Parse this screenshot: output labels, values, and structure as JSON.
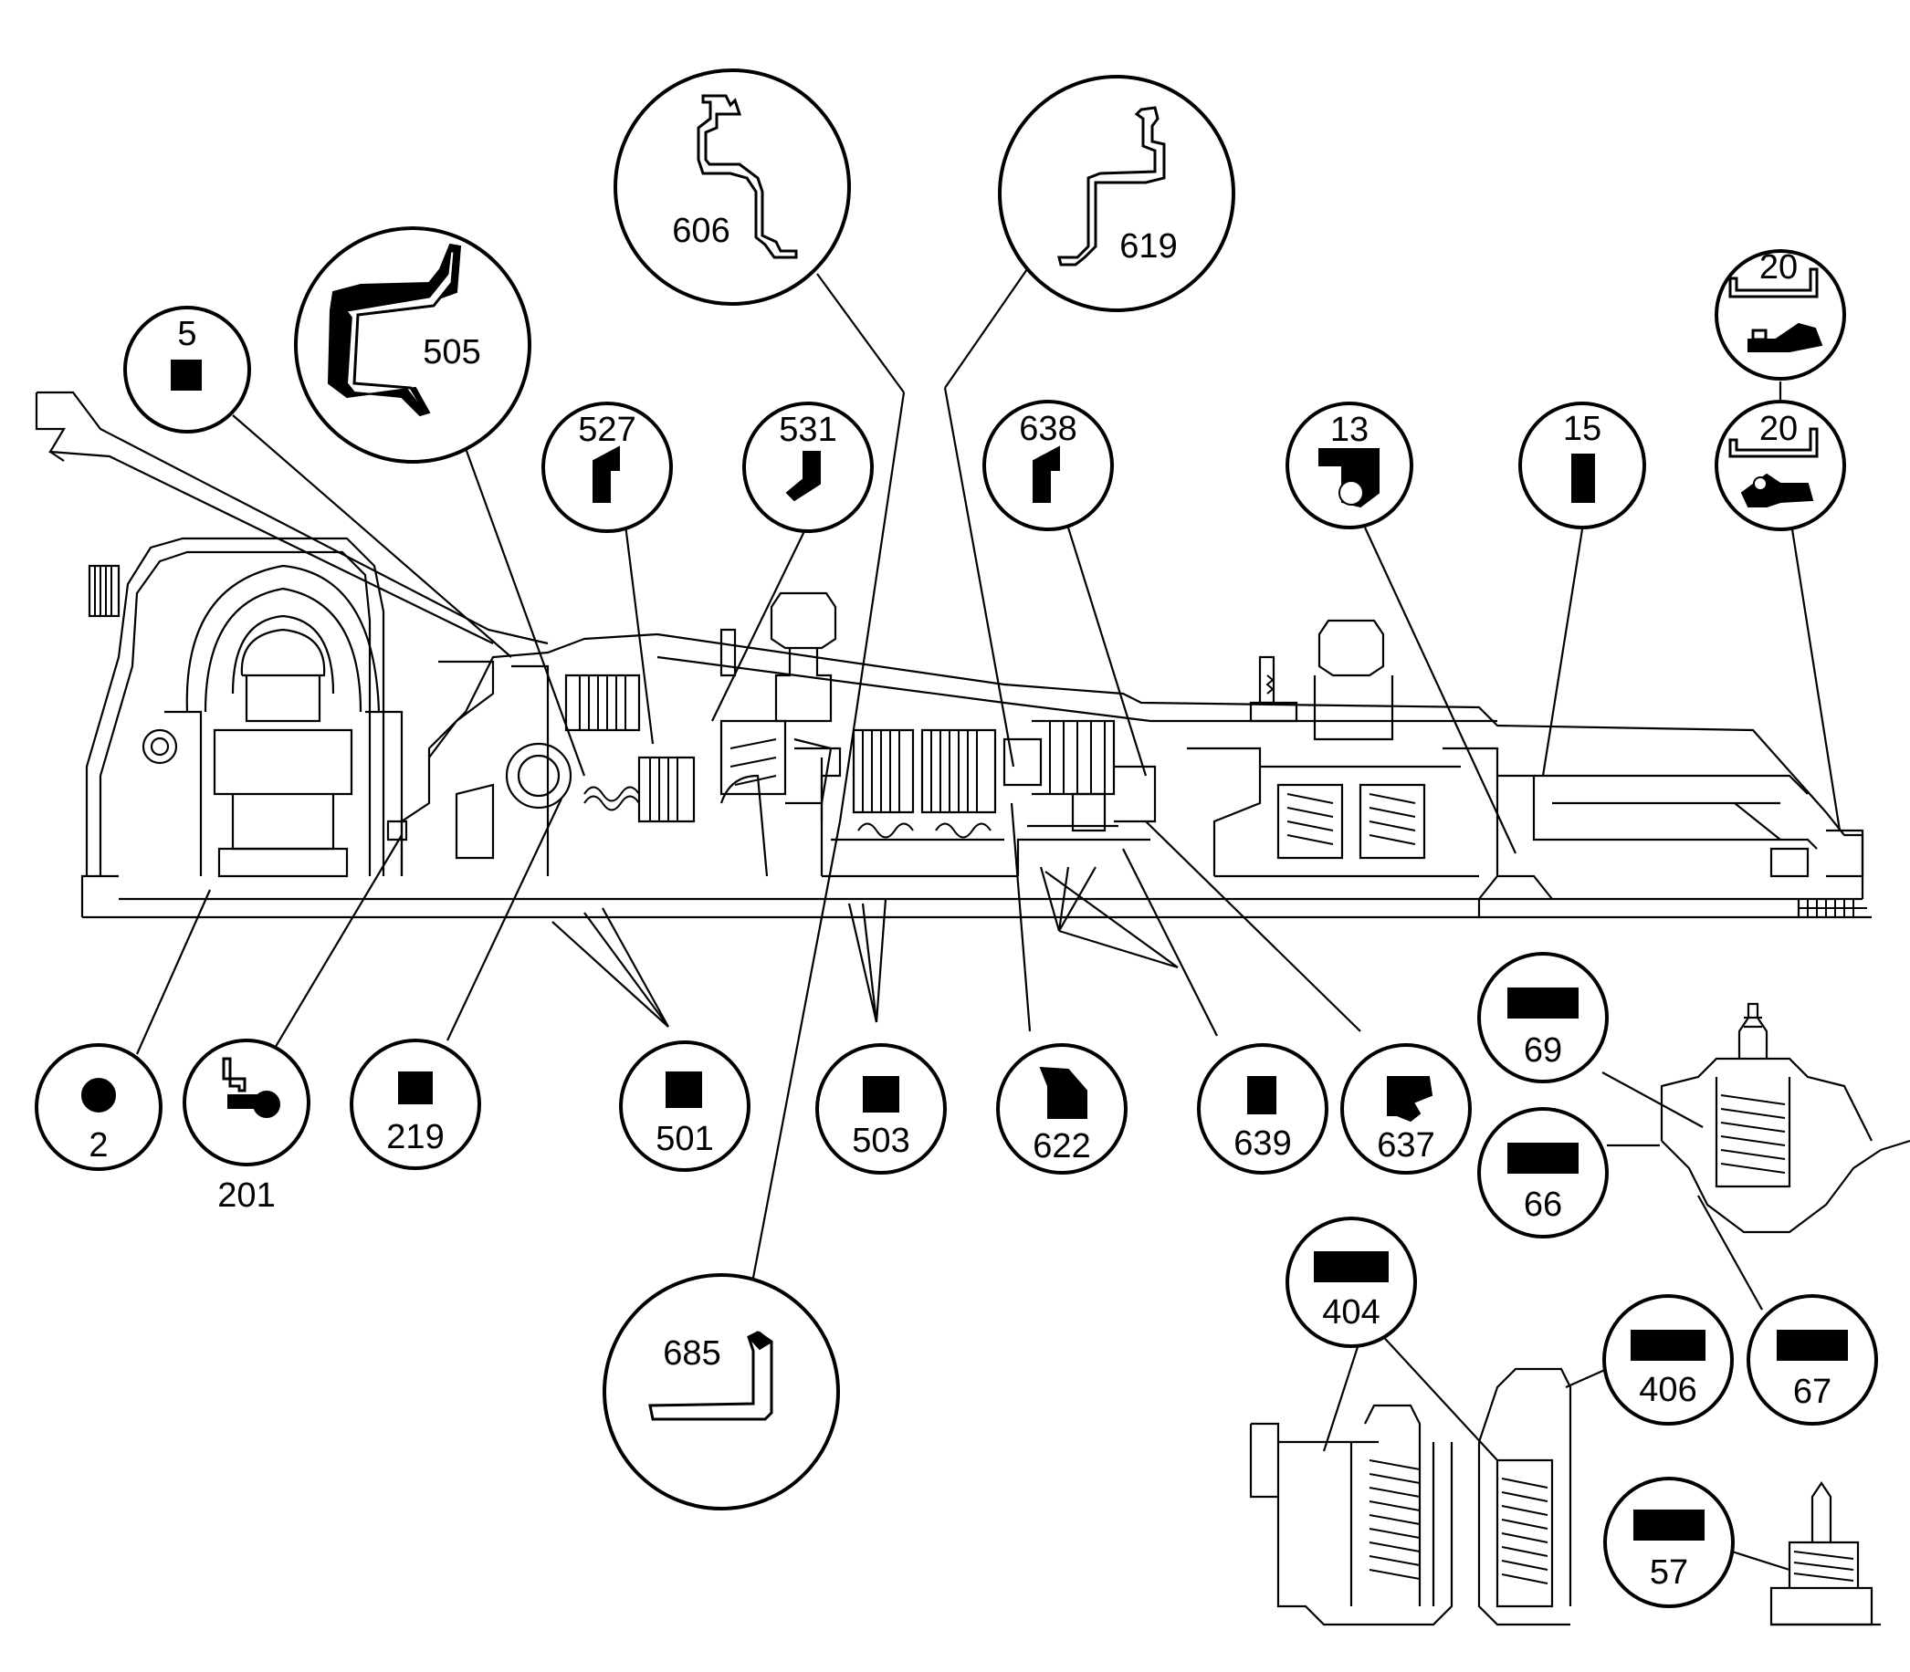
{
  "callouts": [
    {
      "id": "2",
      "label": "2"
    },
    {
      "id": "5",
      "label": "5"
    },
    {
      "id": "13",
      "label": "13"
    },
    {
      "id": "15",
      "label": "15"
    },
    {
      "id": "20a",
      "label": "20"
    },
    {
      "id": "20b",
      "label": "20"
    },
    {
      "id": "57",
      "label": "57"
    },
    {
      "id": "66",
      "label": "66"
    },
    {
      "id": "67",
      "label": "67"
    },
    {
      "id": "69",
      "label": "69"
    },
    {
      "id": "201",
      "label": "201"
    },
    {
      "id": "219",
      "label": "219"
    },
    {
      "id": "404",
      "label": "404"
    },
    {
      "id": "406",
      "label": "406"
    },
    {
      "id": "501",
      "label": "501"
    },
    {
      "id": "503",
      "label": "503"
    },
    {
      "id": "505",
      "label": "505"
    },
    {
      "id": "527",
      "label": "527"
    },
    {
      "id": "531",
      "label": "531"
    },
    {
      "id": "606",
      "label": "606"
    },
    {
      "id": "619",
      "label": "619"
    },
    {
      "id": "622",
      "label": "622"
    },
    {
      "id": "637",
      "label": "637"
    },
    {
      "id": "638",
      "label": "638"
    },
    {
      "id": "639",
      "label": "639"
    },
    {
      "id": "685",
      "label": "685"
    }
  ]
}
